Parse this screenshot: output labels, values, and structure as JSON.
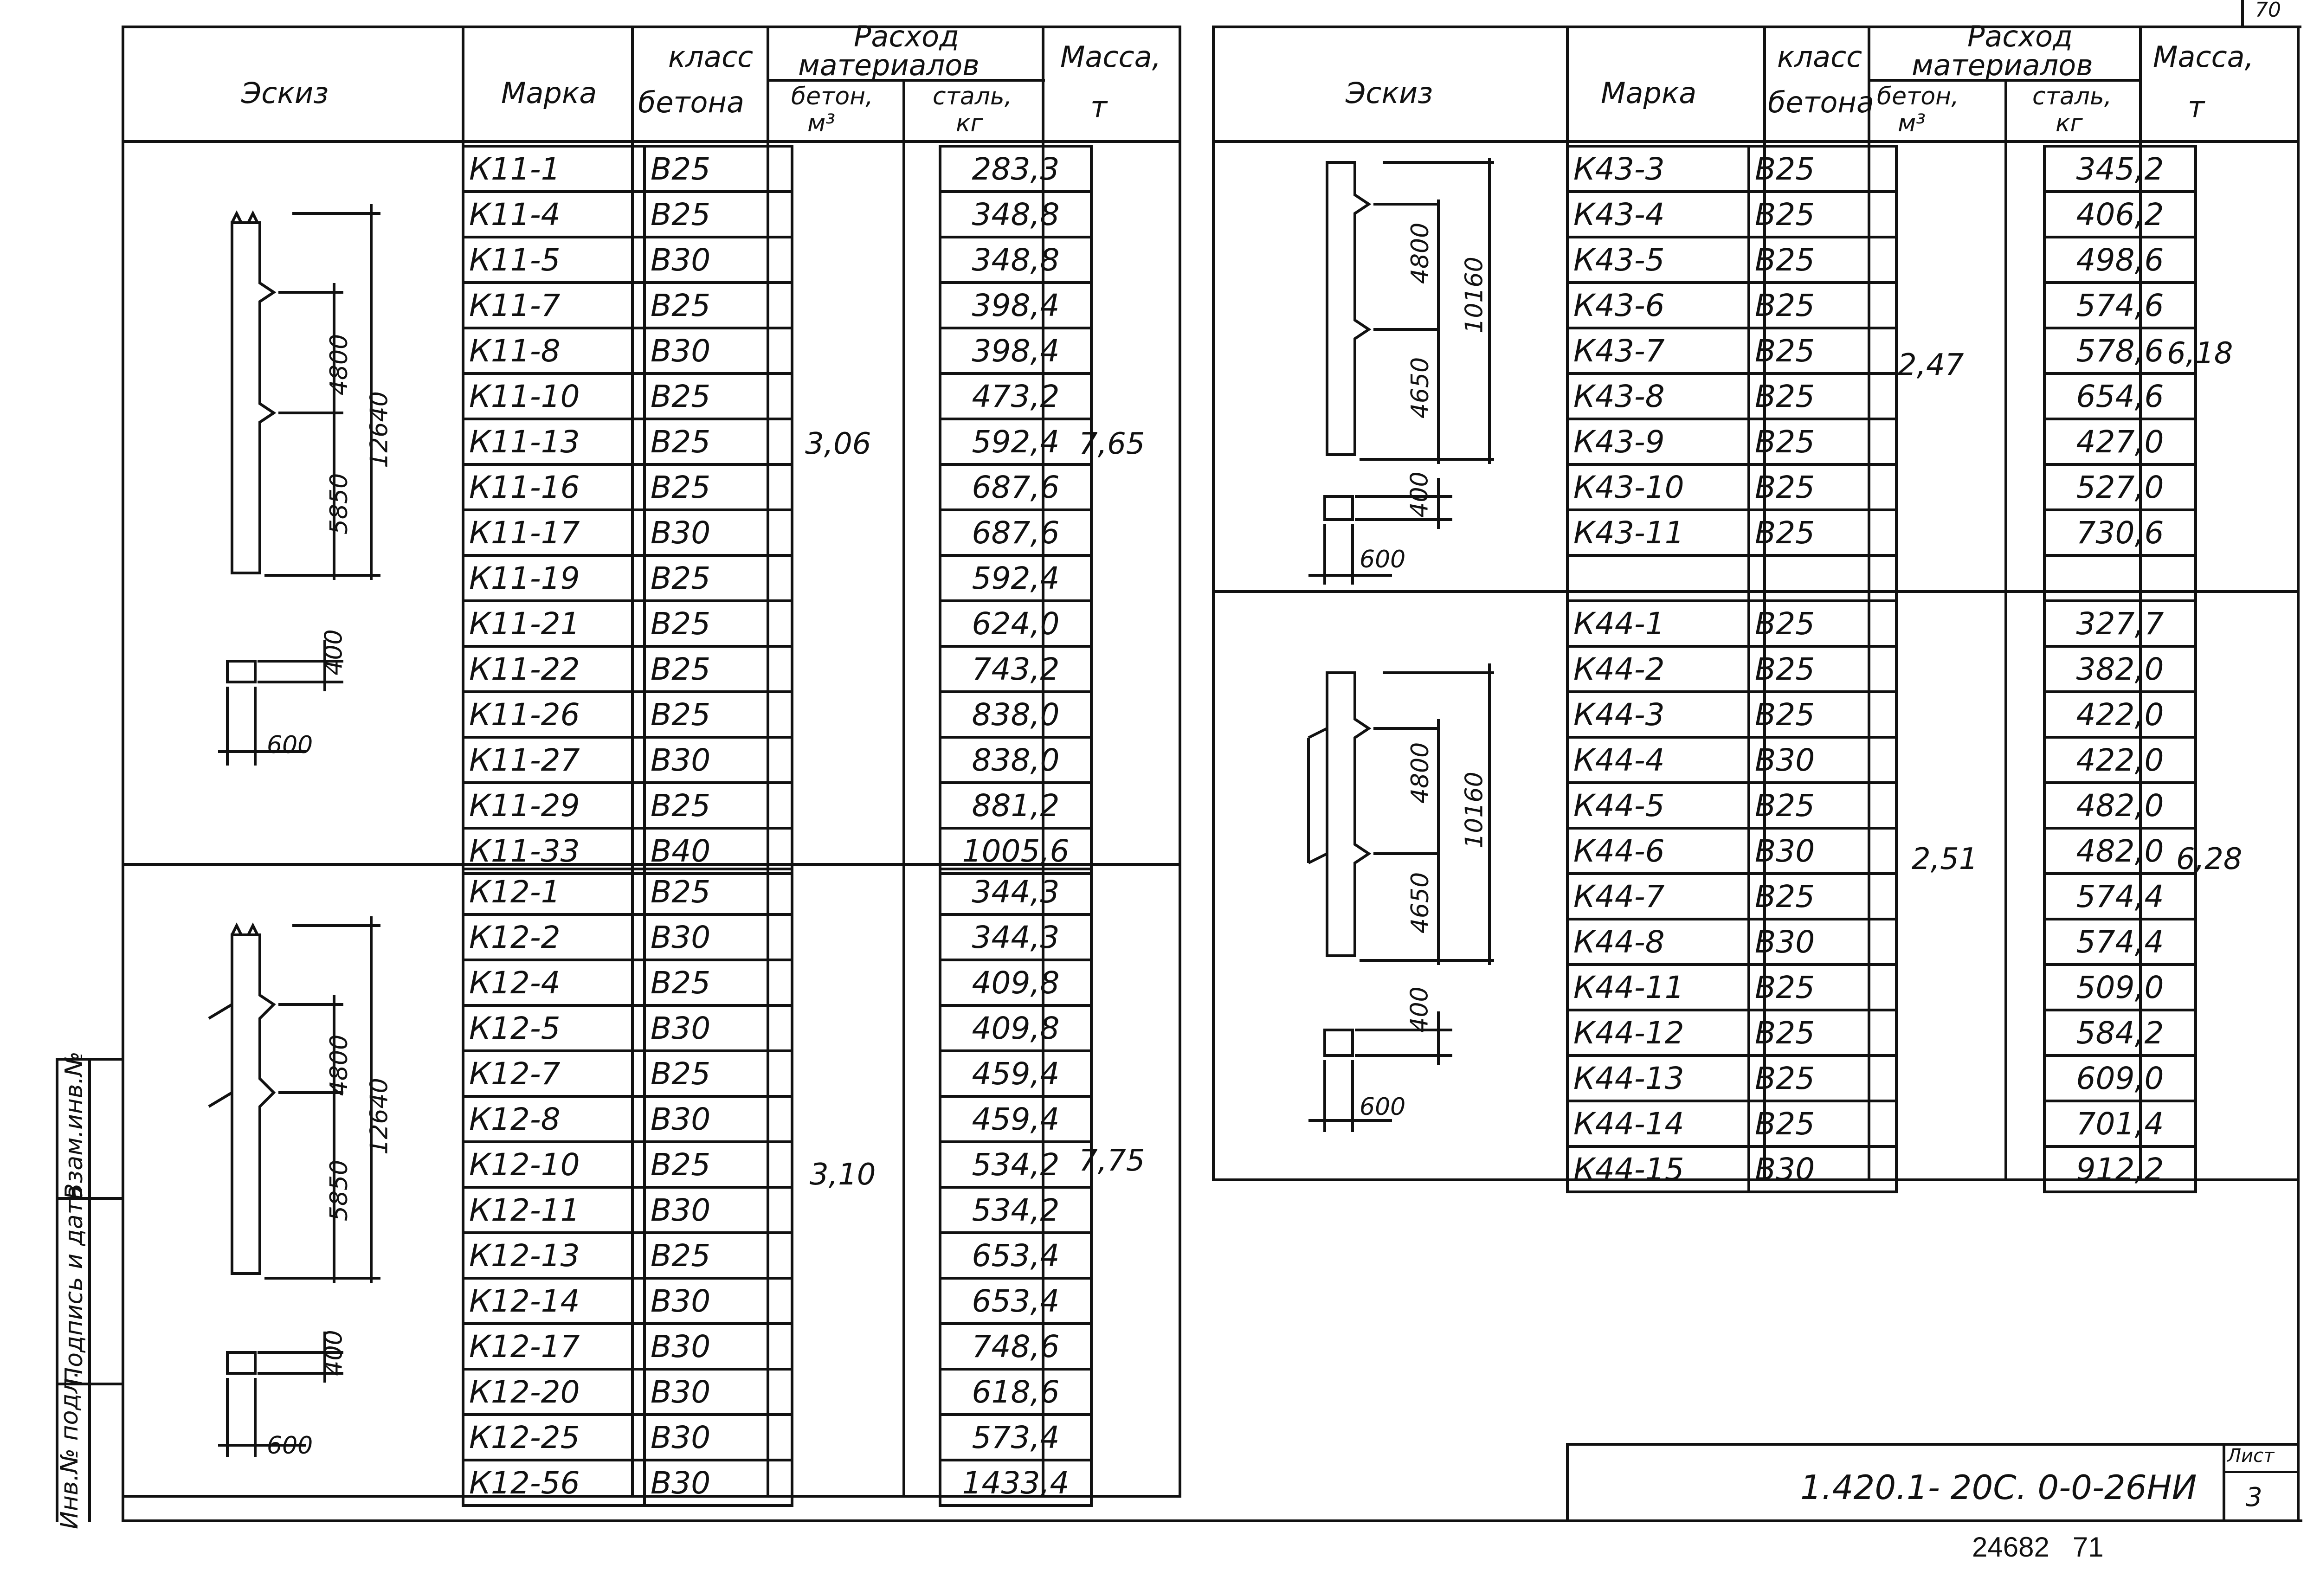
{
  "page_number": "70",
  "headers": {
    "sketch": "Эскиз",
    "mark": "Марка",
    "class1": "класс",
    "class2": "бетона",
    "cons1": "Расход",
    "cons2": "материалов",
    "concrete1": "бетон,",
    "concrete2": "м³",
    "steel1": "сталь,",
    "steel2": "кг",
    "mass1": "Масса,",
    "mass2": "т"
  },
  "groups": {
    "k11": {
      "rows": [
        {
          "mark": "К11-1",
          "cls": "В25",
          "steel": "283,3"
        },
        {
          "mark": "К11-4",
          "cls": "В25",
          "steel": "348,8"
        },
        {
          "mark": "К11-5",
          "cls": "В30",
          "steel": "348,8"
        },
        {
          "mark": "К11-7",
          "cls": "В25",
          "steel": "398,4"
        },
        {
          "mark": "К11-8",
          "cls": "В30",
          "steel": "398,4"
        },
        {
          "mark": "К11-10",
          "cls": "В25",
          "steel": "473,2"
        },
        {
          "mark": "К11-13",
          "cls": "В25",
          "steel": "592,4"
        },
        {
          "mark": "К11-16",
          "cls": "В25",
          "steel": "687,6"
        },
        {
          "mark": "К11-17",
          "cls": "В30",
          "steel": "687,6"
        },
        {
          "mark": "К11-19",
          "cls": "В25",
          "steel": "592,4"
        },
        {
          "mark": "К11-21",
          "cls": "В25",
          "steel": "624,0"
        },
        {
          "mark": "К11-22",
          "cls": "В25",
          "steel": "743,2"
        },
        {
          "mark": "К11-26",
          "cls": "В25",
          "steel": "838,0"
        },
        {
          "mark": "К11-27",
          "cls": "В30",
          "steel": "838,0"
        },
        {
          "mark": "К11-29",
          "cls": "В25",
          "steel": "881,2"
        },
        {
          "mark": "К11-33",
          "cls": "В40",
          "steel": "1005,6"
        }
      ],
      "concrete": "3,06",
      "mass": "7,65",
      "dims": {
        "d1": "4800",
        "d2": "5850",
        "d3": "12640",
        "d4": "400",
        "d5": "600"
      }
    },
    "k12": {
      "rows": [
        {
          "mark": "К12-1",
          "cls": "В25",
          "steel": "344,3"
        },
        {
          "mark": "К12-2",
          "cls": "В30",
          "steel": "344,3"
        },
        {
          "mark": "К12-4",
          "cls": "В25",
          "steel": "409,8"
        },
        {
          "mark": "К12-5",
          "cls": "В30",
          "steel": "409,8"
        },
        {
          "mark": "К12-7",
          "cls": "В25",
          "steel": "459,4"
        },
        {
          "mark": "К12-8",
          "cls": "В30",
          "steel": "459,4"
        },
        {
          "mark": "К12-10",
          "cls": "В25",
          "steel": "534,2"
        },
        {
          "mark": "К12-11",
          "cls": "В30",
          "steel": "534,2"
        },
        {
          "mark": "К12-13",
          "cls": "В25",
          "steel": "653,4"
        },
        {
          "mark": "К12-14",
          "cls": "В30",
          "steel": "653,4"
        },
        {
          "mark": "К12-17",
          "cls": "В30",
          "steel": "748,6"
        },
        {
          "mark": "К12-20",
          "cls": "В30",
          "steel": "618,6"
        },
        {
          "mark": "К12-25",
          "cls": "В30",
          "steel": "573,4"
        },
        {
          "mark": "К12-56",
          "cls": "В30",
          "steel": "1433,4"
        }
      ],
      "concrete": "3,10",
      "mass": "7,75",
      "dims": {
        "d1": "4800",
        "d2": "5850",
        "d3": "12640",
        "d4": "400",
        "d5": "600"
      }
    },
    "k43": {
      "rows": [
        {
          "mark": "К43-3",
          "cls": "В25",
          "steel": "345,2"
        },
        {
          "mark": "К43-4",
          "cls": "В25",
          "steel": "406,2"
        },
        {
          "mark": "К43-5",
          "cls": "В25",
          "steel": "498,6"
        },
        {
          "mark": "К43-6",
          "cls": "В25",
          "steel": "574,6"
        },
        {
          "mark": "К43-7",
          "cls": "В25",
          "steel": "578,6"
        },
        {
          "mark": "К43-8",
          "cls": "В25",
          "steel": "654,6"
        },
        {
          "mark": "К43-9",
          "cls": "В25",
          "steel": "427,0"
        },
        {
          "mark": "К43-10",
          "cls": "В25",
          "steel": "527,0"
        },
        {
          "mark": "К43-11",
          "cls": "В25",
          "steel": "730,6"
        },
        {
          "mark": "",
          "cls": "",
          "steel": ""
        }
      ],
      "concrete": "2,47",
      "mass": "6,18",
      "dims": {
        "d1": "4800",
        "d2": "4650",
        "d3": "10160",
        "d4": "400",
        "d5": "600"
      }
    },
    "k44": {
      "rows": [
        {
          "mark": "К44-1",
          "cls": "В25",
          "steel": "327,7"
        },
        {
          "mark": "К44-2",
          "cls": "В25",
          "steel": "382,0"
        },
        {
          "mark": "К44-3",
          "cls": "В25",
          "steel": "422,0"
        },
        {
          "mark": "К44-4",
          "cls": "В30",
          "steel": "422,0"
        },
        {
          "mark": "К44-5",
          "cls": "В25",
          "steel": "482,0"
        },
        {
          "mark": "К44-6",
          "cls": "В30",
          "steel": "482,0"
        },
        {
          "mark": "К44-7",
          "cls": "В25",
          "steel": "574,4"
        },
        {
          "mark": "К44-8",
          "cls": "В30",
          "steel": "574,4"
        },
        {
          "mark": "К44-11",
          "cls": "В25",
          "steel": "509,0"
        },
        {
          "mark": "К44-12",
          "cls": "В25",
          "steel": "584,2"
        },
        {
          "mark": "К44-13",
          "cls": "В25",
          "steel": "609,0"
        },
        {
          "mark": "К44-14",
          "cls": "В25",
          "steel": "701,4"
        },
        {
          "mark": "К44-15",
          "cls": "В30",
          "steel": "912,2"
        }
      ],
      "concrete": "2,51",
      "mass": "6,28",
      "dims": {
        "d1": "4800",
        "d2": "4650",
        "d3": "10160",
        "d4": "400",
        "d5": "600"
      }
    }
  },
  "stamp": {
    "designation": "1.420.1- 20С. 0-0-26НИ",
    "sheet_label": "Лист",
    "sheet_number": "3"
  },
  "side_labels": {
    "inv": "Инв.№ подл.",
    "sign": "Подпись и дата",
    "replace": "Взам.инв.№"
  },
  "footer": "24682   71"
}
